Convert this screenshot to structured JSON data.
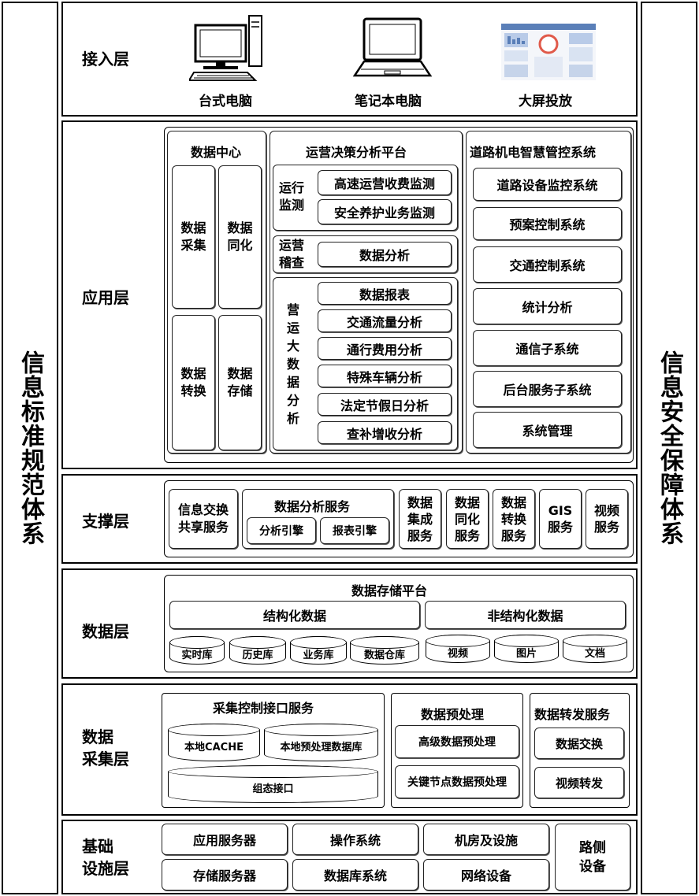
{
  "left_side": "信息标准规范体系",
  "right_side": "信息安全保障体系",
  "access": {
    "label": "接入层",
    "desktop": "台式电脑",
    "laptop": "笔记本电脑",
    "screen": "大屏投放"
  },
  "app": {
    "label": "应用层",
    "data_center": {
      "title": "数据中心",
      "collect": "数据\n采集",
      "sync": "数据\n同化",
      "convert": "数据\n转换",
      "store": "数据\n存储"
    },
    "ops": {
      "title": "运营决策分析平台",
      "monitor_label": "运行\n监测",
      "monitor_items": [
        "高速运营收费监测",
        "安全养护业务监测"
      ],
      "audit_label": "运营\n稽查",
      "audit_item": "数据分析",
      "analysis_label": "营运大数据分析",
      "analysis_items": [
        "数据报表",
        "交通流量分析",
        "通行费用分析",
        "特殊车辆分析",
        "法定节假日分析",
        "查补增收分析"
      ]
    },
    "road": {
      "title": "道路机电智慧管控系统",
      "items": [
        "道路设备监控系统",
        "预案控制系统",
        "交通控制系统",
        "统计分析",
        "通信子系统",
        "后台服务子系统",
        "系统管理"
      ]
    }
  },
  "support": {
    "label": "支撑层",
    "exchange": "信息交换\n共享服务",
    "analysis_title": "数据分析服务",
    "engine1": "分析引擎",
    "engine2": "报表引擎",
    "items": [
      "数据\n集成\n服务",
      "数据\n同化\n服务",
      "数据\n转换\n服务",
      "GIS\n服务",
      "视频\n服务"
    ]
  },
  "data": {
    "label": "数据层",
    "platform": "数据存储平台",
    "structured": "结构化数据",
    "unstructured": "非结构化数据",
    "structured_dbs": [
      "实时库",
      "历史库",
      "业务库",
      "数据仓库"
    ],
    "unstructured_dbs": [
      "视频",
      "图片",
      "文档"
    ]
  },
  "collect": {
    "label": "数据\n采集层",
    "ctrl_title": "采集控制接口服务",
    "cache": "本地CACHE",
    "pre_db": "本地预处理数据库",
    "config": "组态接口",
    "pre_title": "数据预处理",
    "pre_items": [
      "高级数据预处理",
      "关键节点数据预处理"
    ],
    "fwd_title": "数据转发服务",
    "fwd_items": [
      "数据交换",
      "视频转发"
    ]
  },
  "infra": {
    "label": "基础\n设施层",
    "items": [
      "应用服务器",
      "操作系统",
      "机房及设施",
      "存储服务器",
      "数据库系统",
      "网络设备"
    ],
    "roadside": "路侧\n设备"
  }
}
